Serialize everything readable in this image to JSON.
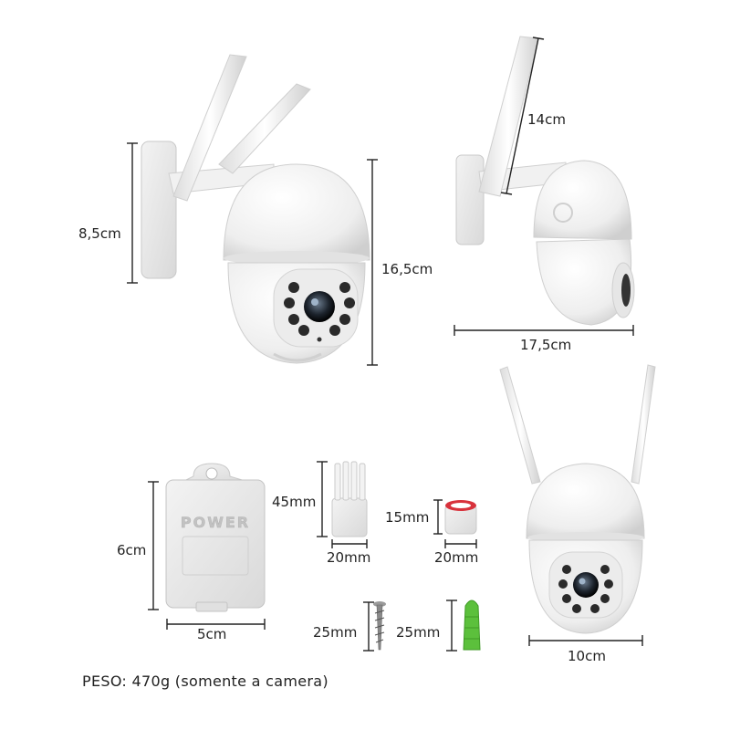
{
  "dimensions": {
    "front_height": "8,5cm",
    "front_total_height": "16,5cm",
    "side_antenna": "14cm",
    "side_depth": "17,5cm",
    "power_height": "6cm",
    "power_width": "5cm",
    "anchor_height": "45mm",
    "anchor_width": "20mm",
    "cap_height": "15mm",
    "cap_width": "20mm",
    "screw_length": "25mm",
    "plug_length": "25mm",
    "camera_width": "10cm"
  },
  "power_supply_text": "POWER",
  "weight": {
    "label": "PESO:",
    "value": "470g (somente a camera)"
  },
  "colors": {
    "product": "#f4f4f4",
    "outline": "#c9c9c9",
    "measure_line": "#222222",
    "plug_green": "#5cc03c",
    "cap_red": "#d8323c"
  }
}
